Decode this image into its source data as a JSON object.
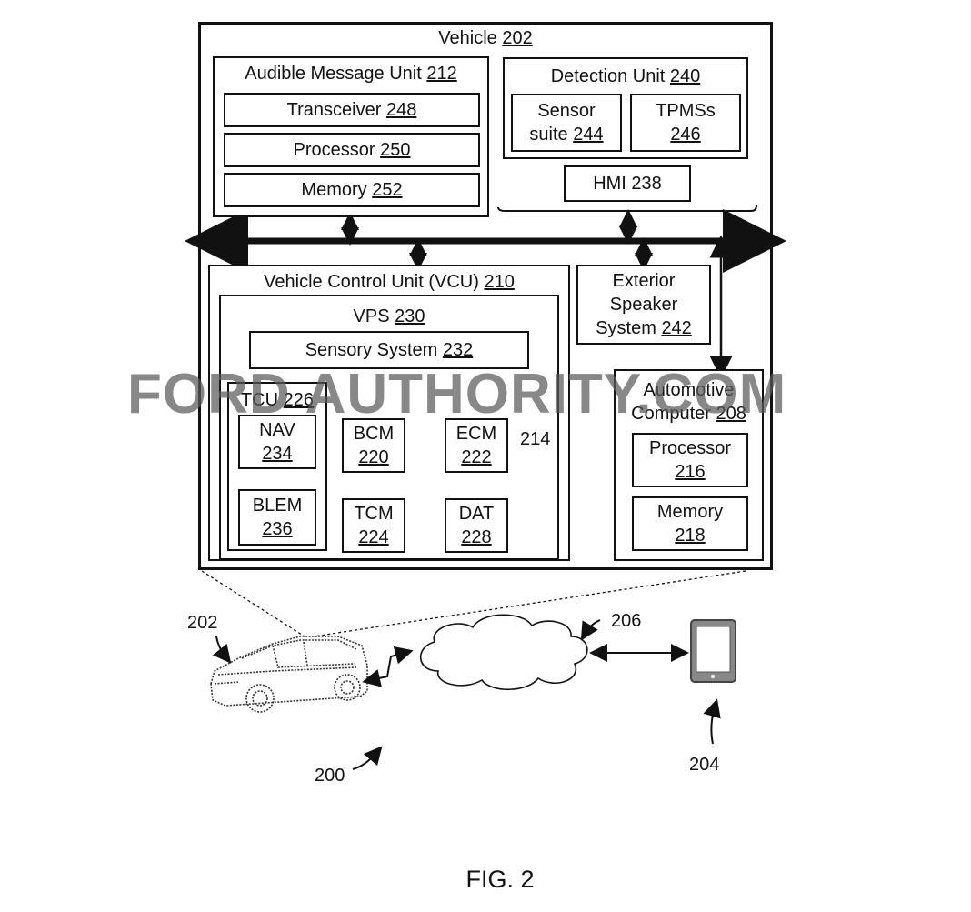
{
  "vehicle": {
    "label": "Vehicle",
    "num": "202"
  },
  "audible_unit": {
    "label": "Audible Message Unit",
    "num": "212",
    "transceiver": {
      "label": "Transceiver",
      "num": "248"
    },
    "processor": {
      "label": "Processor",
      "num": "250"
    },
    "memory": {
      "label": "Memory",
      "num": "252"
    }
  },
  "detection_unit": {
    "label": "Detection Unit",
    "num": "240",
    "sensor_line1": "Sensor",
    "sensor_line2": "suite",
    "sensor_num": "244",
    "tpms_label": "TPMSs",
    "tpms_num": "246"
  },
  "hmi": {
    "label": "HMI 238"
  },
  "vcu": {
    "label": "Vehicle Control Unit (VCU)",
    "num": "210",
    "vps": {
      "label": "VPS",
      "num": "230"
    },
    "sensory": {
      "label": "Sensory System",
      "num": "232"
    },
    "tcu": {
      "label": "TCU",
      "num": "226"
    },
    "nav": {
      "label": "NAV",
      "num": "234"
    },
    "blem": {
      "label": "BLEM",
      "num": "236"
    },
    "bcm": {
      "label": "BCM",
      "num": "220"
    },
    "ecm": {
      "label": "ECM",
      "num": "222"
    },
    "tcm": {
      "label": "TCM",
      "num": "224"
    },
    "dat": {
      "label": "DAT",
      "num": "228"
    },
    "bus_ref": "214"
  },
  "exterior_speaker": {
    "line1": "Exterior",
    "line2": "Speaker",
    "line3": "System",
    "num": "242"
  },
  "automotive_computer": {
    "line1": "Automotive",
    "line2": "Computer",
    "num": "208",
    "processor": {
      "label": "Processor",
      "num": "216"
    },
    "memory": {
      "label": "Memory",
      "num": "218"
    }
  },
  "refs": {
    "car": "202",
    "cloud": "206",
    "device": "204",
    "system": "200"
  },
  "figure_label": "FIG. 2",
  "watermark": "FORD AUTHORITY.COM"
}
